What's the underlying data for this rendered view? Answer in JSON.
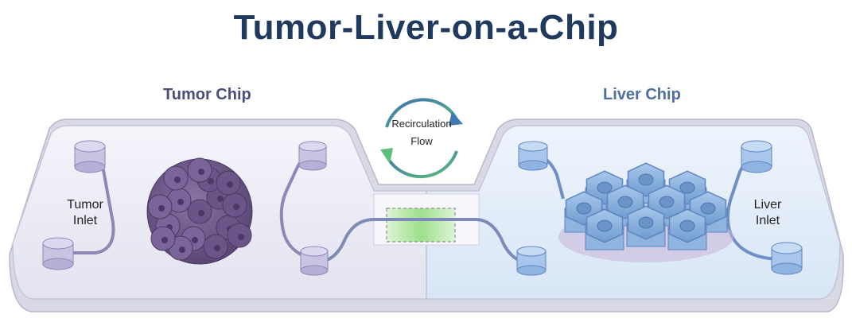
{
  "title": "Tumor-Liver-on-a-Chip",
  "tumor_chip": {
    "label": "Tumor Chip",
    "inlet_line1": "Tumor",
    "inlet_line2": "Inlet"
  },
  "liver_chip": {
    "label": "Liver Chip",
    "inlet_line1": "Liver",
    "inlet_line2": "Inlet"
  },
  "recirculation": {
    "line1": "Recirculation",
    "line2": "Flow"
  },
  "colors": {
    "title": "#1f3a5c",
    "tumor_accent": "#4a4e7c",
    "liver_accent": "#4f6f9c",
    "tumor_cells": "#6f5a8a",
    "liver_cells": "#7fa7d6",
    "exchange_zone": "#8fdc7a",
    "arrow_gradient_start": "#3c6fb0",
    "arrow_gradient_end": "#5cbf7a"
  }
}
